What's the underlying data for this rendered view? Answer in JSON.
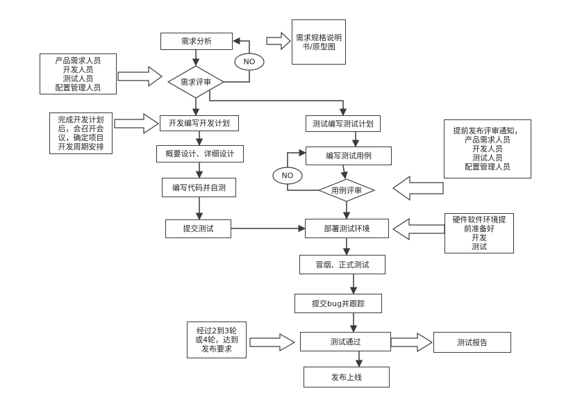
{
  "nodes": {
    "req_analysis": "需求分析",
    "req_spec": "需求规格说明\n书/原型图",
    "req_people": "产品需求人员\n开发人员\n测试人员\n配置管理人员",
    "req_review": "需求评审",
    "no_1": "NO",
    "dev_plan_note": "完成开发计划\n后，会召开会\n议，确定项目\n开发周期安排",
    "dev_plan": "开发编写开发计划",
    "test_plan": "测试编写测试计划",
    "design": "概要设计、详细设计",
    "code": "编写代码并自测",
    "submit": "提交测试",
    "write_cases": "编写测试用例",
    "no_2": "NO",
    "case_review": "用例评审",
    "review_notice": "提前发布评审通知，\n产品需求人员\n开发人员\n测试人员\n配置管理人员",
    "env_note": "硬件软件环境提\n前准备好\n开发\n测试",
    "deploy": "部署测试环境",
    "smoke": "冒烟、正式测试",
    "bug": "提交bug并跟踪",
    "rounds_note": "经过2到3轮\n或4轮，达到\n发布要求",
    "passed": "测试通过",
    "report": "测试报告",
    "release": "发布上线"
  },
  "colors": {
    "stroke": "#3a3a3a",
    "fill": "#ffffff",
    "text": "#222222"
  }
}
